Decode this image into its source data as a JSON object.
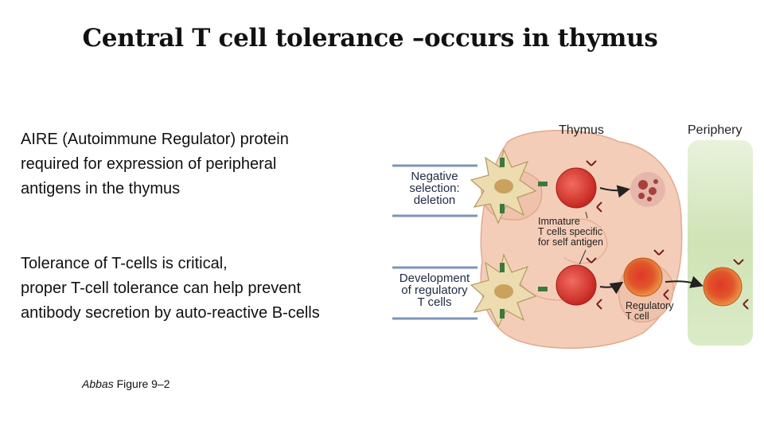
{
  "title": "Central T cell tolerance –occurs in thymus",
  "paragraph1": {
    "lines": [
      "AIRE (Autoimmune Regulator) protein",
      "required for expression of peripheral",
      "antigens in the thymus"
    ]
  },
  "paragraph2": {
    "lines": [
      "Tolerance of T-cells is critical,",
      "proper T-cell tolerance can help prevent",
      "antibody secretion by auto-reactive B-cells"
    ]
  },
  "citation": {
    "author": "Abbas",
    "figure": " Figure 9–2"
  },
  "figure": {
    "header_thymus": "Thymus",
    "header_periphery": "Periphery",
    "box_negative_selection": [
      "Negative",
      "selection:",
      "deletion"
    ],
    "box_regulatory": [
      "Development",
      "of regulatory",
      "T cells"
    ],
    "label_immature": [
      "Immature",
      "T cells specific",
      "for self antigen"
    ],
    "label_regulatory": [
      "Regulatory",
      "T cell"
    ],
    "colors": {
      "thymus_fill": "#f4cdb8",
      "periphery_fill": "#cfe3b5",
      "t_cell": "#d8322b",
      "regulatory_cell": "#e8872a",
      "dendritic_cell": "#ecdcb0",
      "apoptotic_cell": "#a8413a"
    },
    "icons": [
      "dendritic-cell-icon",
      "immature-t-cell-icon",
      "apoptotic-cell-icon",
      "regulatory-t-cell-icon",
      "arrow-icon"
    ]
  }
}
